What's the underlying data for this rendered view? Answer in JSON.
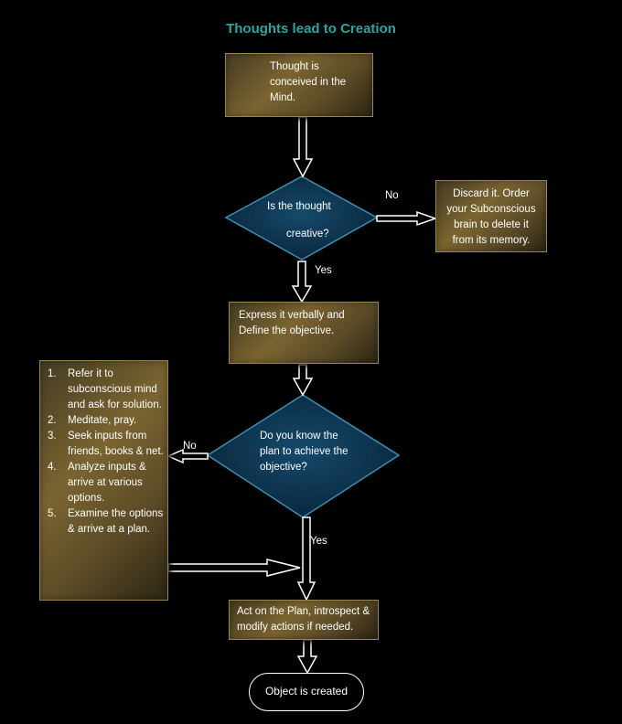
{
  "title": "Thoughts lead to Creation",
  "nodes": {
    "start": "Thought is conceived in the Mind.",
    "decision1_line1": "Is the thought",
    "decision1_line2": "creative?",
    "discard": "Discard it.  Order your Subconscious brain to delete it from its memory.",
    "express": "Express it verbally and Define the objective.",
    "decision2": "Do you know the plan to achieve the objective?",
    "steps": [
      {
        "num": "1.",
        "text": "Refer it to subconscious mind and ask for solution."
      },
      {
        "num": "2.",
        "text": "Meditate, pray."
      },
      {
        "num": "3.",
        "text": "Seek inputs from friends, books & net."
      },
      {
        "num": "4.",
        "text": "Analyze inputs & arrive at various options."
      },
      {
        "num": "5.",
        "text": "Examine the options & arrive at a plan."
      }
    ],
    "act": "Act on the Plan, introspect & modify actions if needed.",
    "end": "Object is created"
  },
  "edge_labels": {
    "d1_no": "No",
    "d1_yes": "Yes",
    "d2_no": "No",
    "d2_yes": "Yes"
  },
  "colors": {
    "title": "#2aa6a0",
    "diamond_fill": "#0f3550",
    "diamond_border": "#3d8fb0",
    "box_fill": "#7a6430",
    "background": "#000000"
  }
}
